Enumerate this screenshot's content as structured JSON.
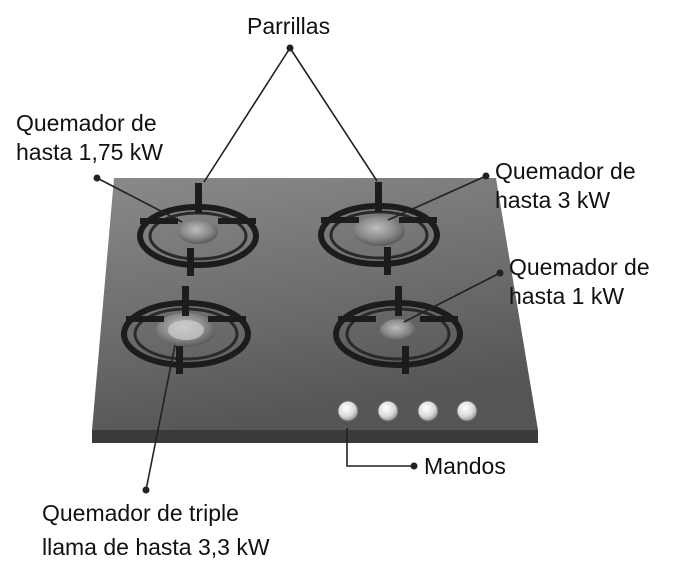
{
  "labels": {
    "grates": "Parrillas",
    "burner_175": [
      "Quemador de",
      "hasta 1,75 kW"
    ],
    "burner_3": [
      "Quemador de",
      "hasta 3 kW"
    ],
    "burner_1": [
      "Quemador de",
      "hasta 1 kW"
    ],
    "controls": "Mandos",
    "burner_triple": [
      "Quemador de triple",
      "llama de hasta 3,3 kW"
    ]
  },
  "colors": {
    "glass_top": "#6f6f6f",
    "glass_edge": "#3e3e3e",
    "grate": "#1c1c1c",
    "burner": "#8a8a8a",
    "knob": "#e8e8e8",
    "leader": "#222222"
  }
}
